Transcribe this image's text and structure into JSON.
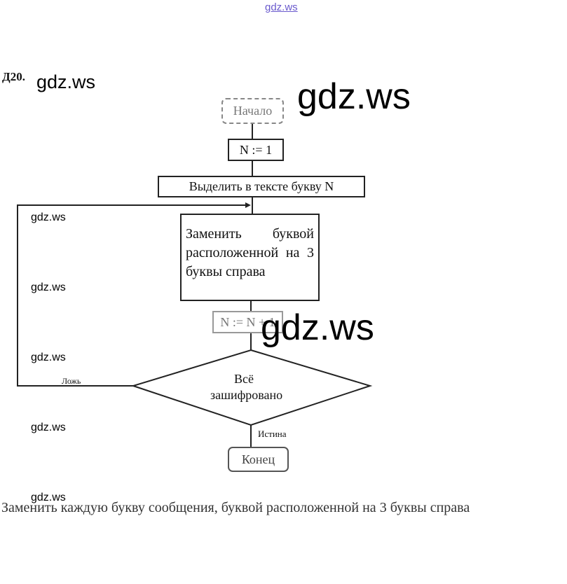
{
  "watermark": "gdz.ws",
  "header_link": "gdz.ws",
  "task_number": "Д20.",
  "flowchart": {
    "start": "Начало",
    "init": "N := 1",
    "select": "Выделить в тексте букву N",
    "replace": "Заменить буквой расположенной на 3 буквы справа",
    "increment": "N := N + 1",
    "condition_line1": "Всё",
    "condition_line2": "зашифровано",
    "false_label": "Ложь",
    "true_label": "Истина",
    "end": "Конец"
  },
  "caption": "Заменить каждую букву сообщения, буквой расположенной на 3 буквы справа"
}
